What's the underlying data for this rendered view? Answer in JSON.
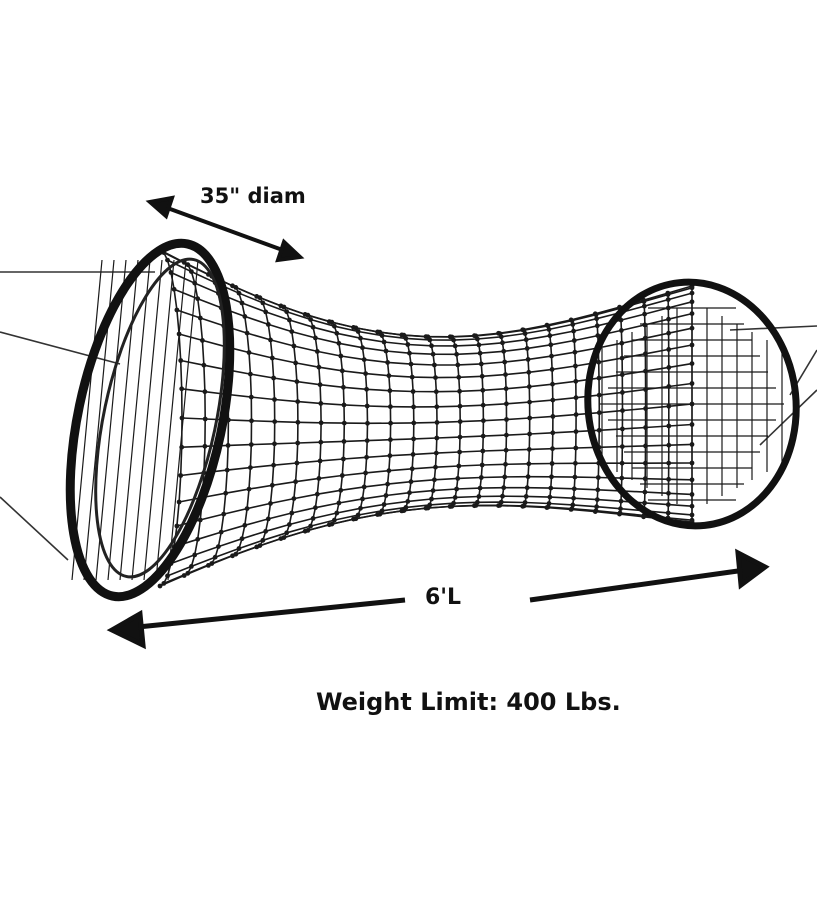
{
  "product": {
    "diameter_label": "35\" diam",
    "length_label": "6'L",
    "weight_limit_label": "Weight Limit: 400 Lbs."
  },
  "colors": {
    "background": "#ffffff",
    "net": "#1a1a1a",
    "text": "#111111"
  }
}
